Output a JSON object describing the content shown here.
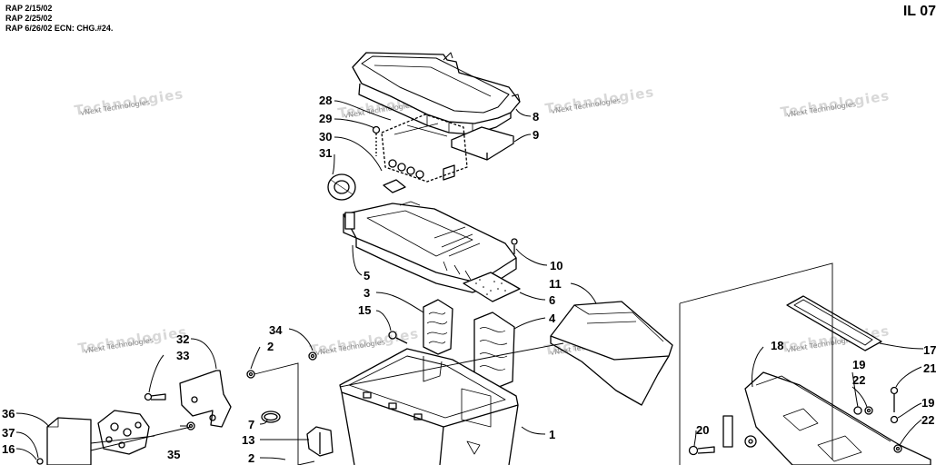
{
  "revisions": [
    "RAP 2/15/02",
    "RAP 2/25/02",
    "RAP 6/26/02 ECN: CHG.#24."
  ],
  "illustration_id": "IL 07",
  "watermark_text": "vNext Technologies",
  "watermark_ghost": "Technologies",
  "callouts": {
    "c1": "1",
    "c2a": "2",
    "c2b": "2",
    "c3": "3",
    "c4": "4",
    "c5": "5",
    "c6": "6",
    "c7": "7",
    "c8": "8",
    "c9": "9",
    "c10": "10",
    "c11": "11",
    "c13": "13",
    "c15": "15",
    "c16": "16",
    "c17": "17",
    "c18": "18",
    "c19a": "19",
    "c19b": "19",
    "c20": "20",
    "c21": "21",
    "c22a": "22",
    "c22b": "22",
    "c28": "28",
    "c29": "29",
    "c30": "30",
    "c31": "31",
    "c32": "32",
    "c33": "33",
    "c34": "34",
    "c35": "35",
    "c36": "36",
    "c37": "37"
  }
}
